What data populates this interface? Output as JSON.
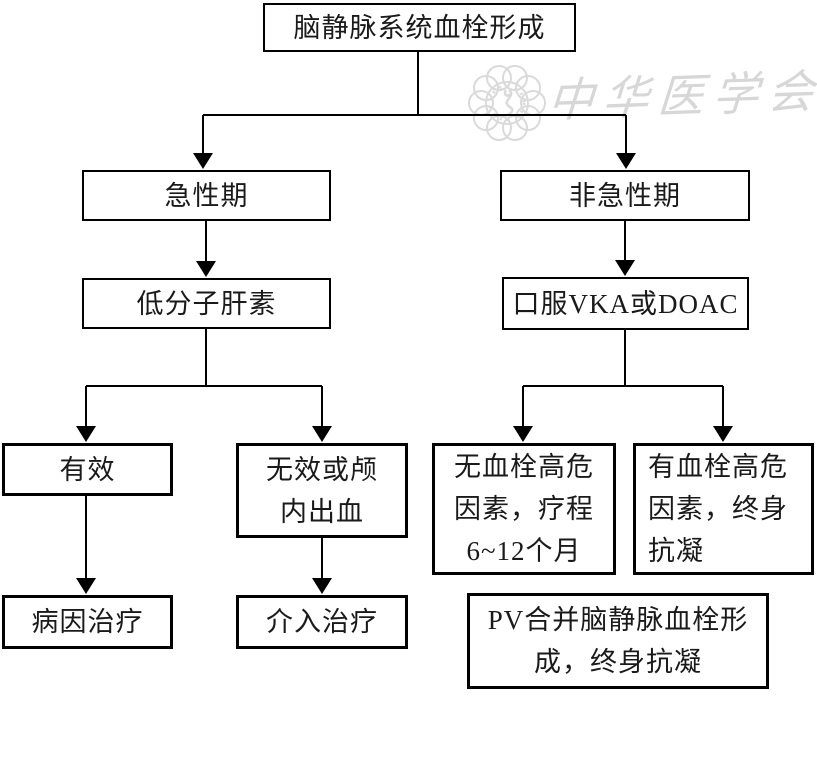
{
  "diagram": {
    "type": "flowchart",
    "watermark": {
      "text": "中华医学会"
    },
    "colors": {
      "border": "#000000",
      "text": "#1a1a1a",
      "background": "#ffffff",
      "watermark": "#d7d7d7"
    },
    "nodes": {
      "root": {
        "label": "脑静脉系统血栓形成"
      },
      "acute": {
        "label": "急性期"
      },
      "non_acute": {
        "label": "非急性期"
      },
      "lmwh": {
        "label": "低分子肝素"
      },
      "oral": {
        "label": "口服VKA或DOAC"
      },
      "effective": {
        "label": "有效"
      },
      "ineffective": {
        "label": "无效或颅\n内出血"
      },
      "no_risk": {
        "label": "无血栓高危\n因素，疗程\n6~12个月"
      },
      "risk": {
        "label": "有血栓高危\n因素，终身\n抗凝"
      },
      "etiology": {
        "label": "病因治疗"
      },
      "intervention": {
        "label": "介入治疗"
      },
      "pv": {
        "label": "PV合并脑静脉血栓形\n成，终身抗凝"
      }
    },
    "edges": [
      {
        "from": "root",
        "to": "acute"
      },
      {
        "from": "root",
        "to": "non_acute"
      },
      {
        "from": "acute",
        "to": "lmwh"
      },
      {
        "from": "non_acute",
        "to": "oral"
      },
      {
        "from": "lmwh",
        "to": "effective"
      },
      {
        "from": "lmwh",
        "to": "ineffective"
      },
      {
        "from": "oral",
        "to": "no_risk"
      },
      {
        "from": "oral",
        "to": "risk"
      },
      {
        "from": "effective",
        "to": "etiology"
      },
      {
        "from": "ineffective",
        "to": "intervention"
      }
    ]
  }
}
